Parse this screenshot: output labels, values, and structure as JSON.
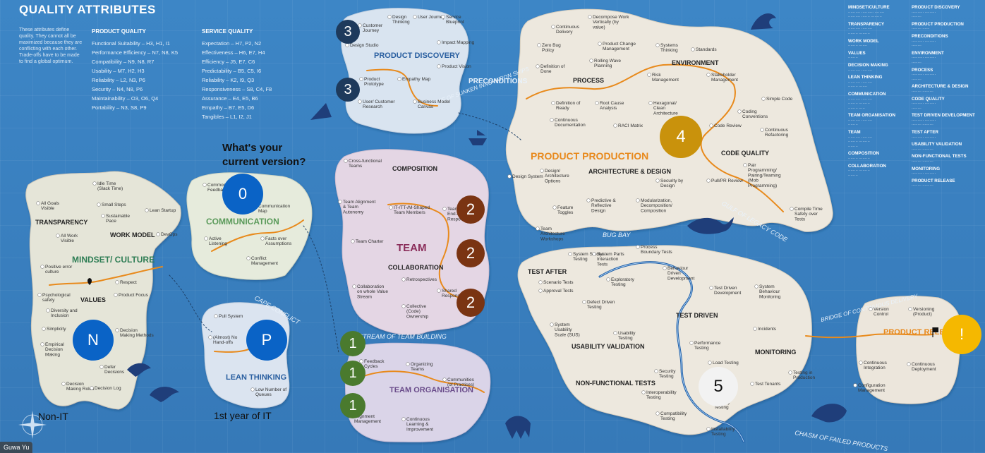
{
  "legend": {
    "title": "QUALITY ATTRIBUTES",
    "intro": "These attributes define quality. They cannot all be maximized because they are conflicting with each other. Trade-offs have to be made to find a global optimum.",
    "product_quality": {
      "heading": "PRODUCT QUALITY",
      "items": [
        "Functional Suitability – H3, H1, I1",
        "Performance Efficiency – N7, N8, K5",
        "Compatibility – N9, N8, R7",
        "Usability – M7, H2, H3",
        "Reliability – L2, N3, P6",
        "Security – N4, N8, P6",
        "Maintainability – O3, O6, Q4",
        "Portability – N3, S8, P9"
      ]
    },
    "service_quality": {
      "heading": "SERVICE QUALITY",
      "items": [
        "Expectation – H7, P2, N2",
        "Effectiveness – H6, E7, H4",
        "Efficiency – J5, E7, C6",
        "Predictability – B5, C5, I6",
        "Reliability – K2, I9, Q3",
        "Responsiveness – S8, C4, F8",
        "Assurance – E4, E5, B6",
        "Empathy – B7, E5, D6",
        "Tangibles – L1, I2, J1"
      ]
    }
  },
  "question": "What's your current version?",
  "regions": {
    "mindset": "MINDSET/ CULTURE",
    "transparency": "TRANSPARENCY",
    "work_model": "WORK MODEL",
    "values": "VALUES",
    "communication": "COMMUNICATION",
    "lean": "LEAN THINKING",
    "product_discovery": "PRODUCT DISCOVERY",
    "composition": "COMPOSITION",
    "team": "TEAM",
    "collaboration": "COLLABORATION",
    "team_organisation": "TEAM ORGANISATION",
    "process": "PROCESS",
    "environment": "ENVIRONMENT",
    "product_production": "PRODUCT PRODUCTION",
    "architecture": "ARCHITECTURE & DESIGN",
    "code_quality": "CODE QUALITY",
    "test_after": "TEST AFTER",
    "usability_validation": "USABILITY VALIDATION",
    "non_functional": "NON-FUNCTIONAL TESTS",
    "test_driven": "TEST DRIVEN",
    "monitoring": "MONITORING",
    "product_release": "PRODUCT RELEASE"
  },
  "sea_labels": {
    "preconditions": "PRECONDITIONS",
    "reef": "REEF OF SUNKEN INNOVATION SHIPS",
    "cape": "CAPE CONFLICT",
    "gulf": "GULF OF LEGACY CODE",
    "bug_bay": "BUG BAY",
    "bridge": "BRIDGE OF CONTINUOUS DELIVERY",
    "stream": "STREAM OF TEAM BUILDING",
    "chasm": "CHASM OF FAILED PRODUCTS"
  },
  "places": {
    "idle_time": "Idle Time (Slack Time)",
    "all_goals": "All Goals Visible",
    "small_steps": "Small Steps",
    "sustainable_pace": "Sustainable Pace",
    "lean_startup": "Lean Startup",
    "devops": "DevOps",
    "all_work": "All Work Visible",
    "positive_error": "Positive error culture",
    "respect": "Respect",
    "psych_safety": "Psychological safety",
    "product_focus": "Product Focus",
    "diversity": "Diversity and Inclusion",
    "simplicity": "Simplicity",
    "decision_methods": "Decision Making Methods",
    "empirical": "Empirical Decision Making",
    "defer": "Defer Decisions",
    "decision_roles": "Decision Making Roles",
    "decision_log": "Decision Log",
    "common_feedback": "Common Feedback",
    "communication_map": "Communication Map",
    "active_listening": "Active Listening",
    "facts_over": "Facts over Assumptions",
    "conflict_mgmt": "Conflict Management",
    "pull_system": "Pull System",
    "no_handoffs": "(Almost) No Hand-offs",
    "low_queues": "Low Number of Queues",
    "customer_journey": "Customer Journey",
    "design_thinking": "Design Thinking",
    "user_journey": "User Journey",
    "service_blueprint": "Service Blueprint",
    "design_studio": "Design Studio",
    "impact_mapping": "Impact Mapping",
    "product_vision": "Product Vision",
    "product_prototype": "Product Prototype",
    "empathy_map": "Empathy Map",
    "user_research": "User/ Customer Research",
    "business_canvas": "Business Model Canvas",
    "cross_functional": "Cross-functional Teams",
    "team_alignment": "Team Alignment & Team Autonomy",
    "shaped": "IT-/TT-/M-Shaped Team Members",
    "team_e2e": "Team End-to-End Responsibility",
    "team_charter": "Team Charter",
    "retrospectives": "Retrospectives",
    "collaboration_value": "Collaboration on whole Value Stream",
    "shared_resp": "Shared Responsibility",
    "collective": "Collective (Code) Ownership",
    "feedback_cycles": "Feedback Cycles",
    "organizing_teams": "Organizing Teams",
    "communities": "Communities (of Practices)",
    "alignment_mgmt": "Alignment Management",
    "continuous_learning": "Continuous Learning & Improvement",
    "continuous_delivery": "Continuous Delivery",
    "decompose": "Decompose Work Vertically (by value)",
    "zero_bug": "Zero Bug Policy",
    "pcm": "Product Change Management",
    "systems_thinking": "Systems Thinking",
    "standards": "Standards",
    "rolling_wave": "Rolling Wave Planning",
    "definition_done": "Definition of Done",
    "risk_mgmt": "Risk Management",
    "stakeholder_mgmt": "Stakeholder Management",
    "definition_ready": "Definition of Ready",
    "root_cause": "Root Cause Analysis",
    "hexagonal": "Hexagonal/ Clean Architecture",
    "simple_code": "Simple Code",
    "coding_conventions": "Coding Conventions",
    "continuous_doc": "Continuous Documentation",
    "raci": "RACI Matrix",
    "code_review": "Code Review",
    "continuous_refactoring": "Continuous Refactoring",
    "design_system": "Design System",
    "design_arch_options": "Design/ Architecture Options",
    "security_by_design": "Security by Design",
    "pull_request": "Pull/PR Review",
    "pair_prog": "Pair Programming/ Pairing/Teaming (Mob Programming)",
    "feature_toggles": "Feature Toggles",
    "predictive": "Predictive & Reflective Design",
    "modularization": "Modularization, Decomposition/ Composition",
    "compile_safety": "Compile Time Safety over Tests",
    "team_arch_workshops": "Team Architecture Workshops",
    "system_smoke": "System Smoke Testing",
    "system_parts": "System Parts Interaction Tests",
    "process_boundary": "Process Boundary Tests",
    "scenario_tests": "Scenario Tests",
    "approval_tests": "Approval Tests",
    "exploratory": "Exploratory Testing",
    "bdd": "Behaviour Driven Development",
    "tdd": "Test Driven Development",
    "system_behaviour": "System Behaviour Monitoring",
    "defect_driven": "Defect Driven Testing",
    "sus": "System Usability Scale (SUS)",
    "usability_testing": "Usability Testing",
    "incidents": "Incidents",
    "performance_testing": "Performance Testing",
    "load_testing": "Load Testing",
    "security_testing": "Security Testing",
    "interoperability": "Interoperability Testing",
    "compatibility_testing": "Compatibility Testing",
    "stability_testing": "Stability Testing",
    "installability": "Installability Testing",
    "test_tenants": "Test Tenants",
    "testing_production": "Testing in Production",
    "version_control": "Version Control",
    "versioning": "Versioning (Product)",
    "continuous_integration": "Continuous Integration",
    "continuous_deployment": "Continuous Deployment",
    "configuration_mgmt": "Configuration Management"
  },
  "badges": [
    {
      "label": "N",
      "color": "#0a63c6"
    },
    {
      "label": "P",
      "color": "#0a63c6"
    },
    {
      "label": "0",
      "color": "#0a63c6"
    },
    {
      "label": "3",
      "color": "#1e3a5c"
    },
    {
      "label": "3",
      "color": "#1e3a5c"
    },
    {
      "label": "2",
      "color": "#7a3412"
    },
    {
      "label": "2",
      "color": "#7a3412"
    },
    {
      "label": "2",
      "color": "#7a3412"
    },
    {
      "label": "1",
      "color": "#4a7a2e"
    },
    {
      "label": "1",
      "color": "#4a7a2e"
    },
    {
      "label": "1",
      "color": "#4a7a2e"
    },
    {
      "label": "4",
      "color": "#c9920c"
    },
    {
      "label": "5",
      "color": "#f2f2f2"
    },
    {
      "label": "!",
      "color": "#f5b800"
    }
  ],
  "footnotes": {
    "non_it": "Non-IT",
    "first_year": "1st year of IT"
  },
  "right_panel": {
    "left_col": [
      "MINDSET/CULTURE",
      "TRANSPARENCY",
      "WORK MODEL",
      "VALUES",
      "DECISION MAKING",
      "LEAN THINKING",
      "COMMUNICATION",
      "TEAM ORGANISATION",
      "TEAM",
      "COMPOSITION",
      "COLLABORATION"
    ],
    "right_col": [
      "PRODUCT DISCOVERY",
      "PRODUCT PRODUCTION",
      "PRECONDITIONS",
      "ENVIRONMENT",
      "PROCESS",
      "ARCHITECTURE & DESIGN",
      "CODE QUALITY",
      "TEST DRIVEN DEVELOPMENT",
      "TEST AFTER",
      "USABILITY VALIDATION",
      "NON-FUNCTIONAL TESTS",
      "MONITORING",
      "PRODUCT RELEASE"
    ]
  },
  "bottom_tag": "Guwa Yu",
  "colors": {
    "sea": "#3a80bf",
    "land": "#ece6dc",
    "lavender": "#dfd6e8",
    "pink": "#e8d5e3",
    "green_land": "#dfe6d6",
    "blue_land": "#dbe6f2",
    "path_orange": "#e88a1c",
    "path_blue": "#1f5fa8"
  }
}
